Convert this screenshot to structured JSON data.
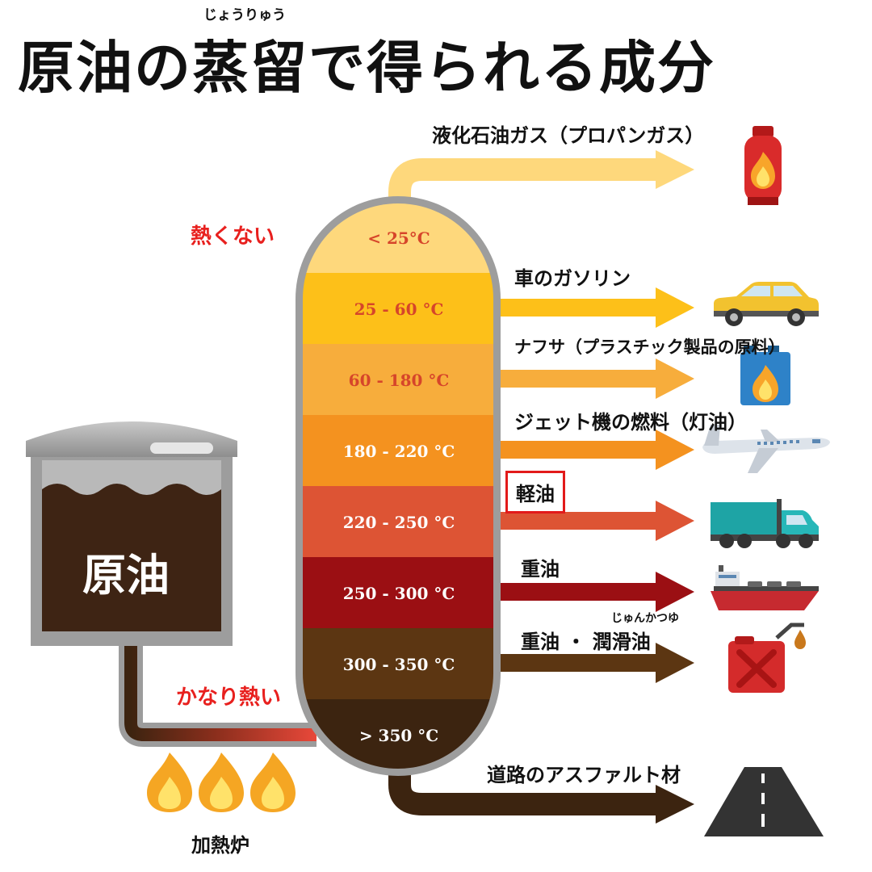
{
  "title": "原油の蒸留で得られる成分",
  "title_ruby": "じょうりゅう",
  "crude_label": "原油",
  "not_hot_label": "熱くない",
  "very_hot_label": "かなり熱い",
  "furnace_label": "加熱炉",
  "colors": {
    "lpg": "#fed87c",
    "gasoline": "#fdc019",
    "naphtha": "#f7ad3c",
    "kerosene": "#f4921f",
    "diesel": "#dd5434",
    "heavy_oil": "#9b0f13",
    "lubricant": "#5c3612",
    "asphalt": "#3c2410",
    "highlight": "#e21a1a"
  },
  "fractions": [
    {
      "temp": "< 25°C",
      "product": "液化石油ガス（プロパンガス）",
      "icon": "gas-cylinder-icon"
    },
    {
      "temp": "25 - 60 °C",
      "product": "車のガソリン",
      "icon": "car-icon"
    },
    {
      "temp": "60 - 180 °C",
      "product": "ナフサ（プラスチック製品の原料）",
      "icon": "fuel-can-icon"
    },
    {
      "temp": "180 - 220 °C",
      "product": "ジェット機の燃料（灯油）",
      "icon": "airplane-icon"
    },
    {
      "temp": "220 - 250 °C",
      "product": "軽油",
      "icon": "truck-icon"
    },
    {
      "temp": "250 - 300 °C",
      "product": "重油",
      "icon": "ship-icon"
    },
    {
      "temp": "300 - 350 °C",
      "product": "重油 ・ 潤滑油",
      "product_ruby": "じゅんかつゆ",
      "icon": "oil-jerrycan-icon"
    },
    {
      "temp": "> 350 °C",
      "product": "道路のアスファルト材",
      "icon": "road-icon"
    }
  ]
}
